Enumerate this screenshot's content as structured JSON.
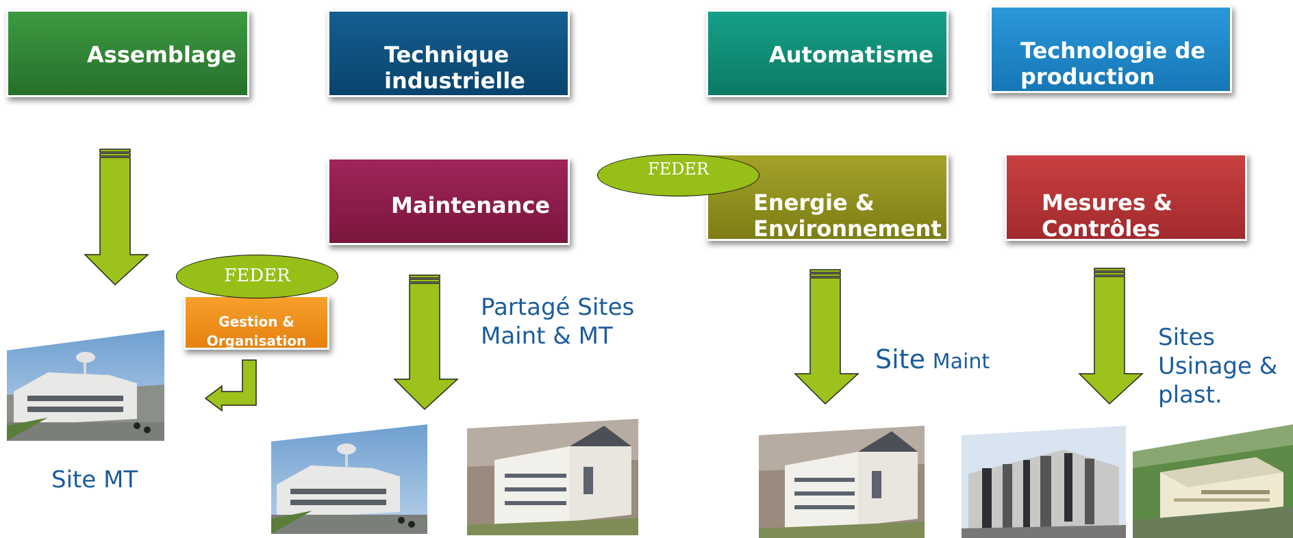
{
  "boxes": {
    "assemblage": "Assemblage",
    "technique_1": "Technique",
    "technique_2": "industrielle",
    "automatisme": "Automatisme",
    "technologie_1": "Technologie  de",
    "technologie_2": "production",
    "maintenance": "Maintenance",
    "energie_1": "Energie &",
    "energie_2": "Environnement",
    "mesures_1": "Mesures &",
    "mesures_2": "Contrôles",
    "gestion_1": "Gestion &",
    "gestion_2": "Organisation"
  },
  "feder": {
    "left": "FEDER",
    "top": "FEDER"
  },
  "labels": {
    "site_mt": "Site MT",
    "partage_1": "Partagé Sites",
    "partage_2": "Maint & MT",
    "site_maint_a": "Site",
    "site_maint_b": "Maint",
    "sites_1": "Sites",
    "sites_2": "Usinage &",
    "sites_3": "plast."
  },
  "colors": {
    "assemblage": "#2e7d32",
    "technique": "#0b4f7c",
    "automatisme": "#0d8a73",
    "technologie": "#1d86c9",
    "maintenance": "#8e1c48",
    "energie": "#8f8f1c",
    "mesures": "#b53034",
    "gestion": "#f0901d",
    "feder_fill": "#96bf18",
    "arrow_fill": "#9cc21b",
    "site_label": "#1a5c9e"
  }
}
